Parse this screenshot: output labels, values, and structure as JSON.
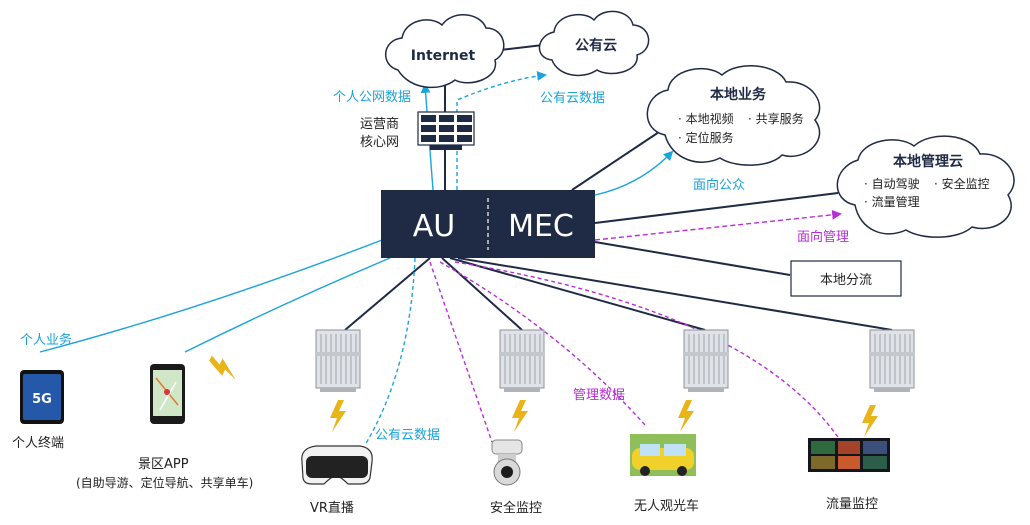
{
  "internet": "Internet",
  "public_cloud": "公有云",
  "operator_core": [
    "运营商",
    "核心网"
  ],
  "edge_box": {
    "au": "AU",
    "mec": "MEC"
  },
  "local_service": {
    "title": "本地业务",
    "items": [
      "· 本地视频",
      "· 共享服务",
      "· 定位服务"
    ]
  },
  "local_mgmt_cloud": {
    "title": "本地管理云",
    "items": [
      "· 自动驾驶",
      "· 安全监控",
      "· 流量管理"
    ]
  },
  "local_offload": "本地分流",
  "flow_labels": {
    "personal_public_data": "个人公网数据",
    "public_cloud_data_top": "公有云数据",
    "to_public": "面向公众",
    "to_management": "面向管理",
    "personal_business": "个人业务",
    "public_cloud_data_vr": "公有云数据",
    "management_data": "管理数据"
  },
  "endpoints": {
    "personal_terminal": "个人终端",
    "scenic_app": "景区APP",
    "scenic_app_sub": "(自助导游、定位导航、共享单车)",
    "vr_live": "VR直播",
    "security_monitor": "安全监控",
    "unmanned_car": "无人观光车",
    "traffic_monitor": "流量监控"
  },
  "phone_badge": "5G",
  "colors": {
    "navy": "#1f2a44",
    "cyan": "#1aa3dc",
    "magenta": "#b62fd6",
    "bolt": "#e8b418"
  }
}
